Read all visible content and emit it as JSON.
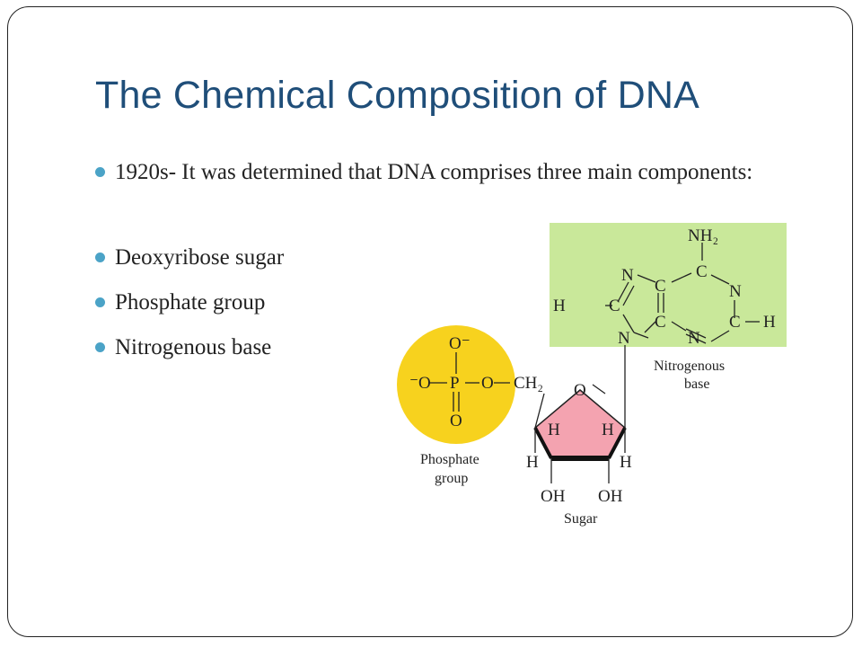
{
  "title": "The Chemical Composition of DNA",
  "bullets": {
    "intro": "1920s- It was determined that DNA comprises three main components:",
    "items": [
      "Deoxyribose sugar",
      "Phosphate group",
      "Nitrogenous base"
    ]
  },
  "diagram": {
    "phosphate_label_1": "Phosphate",
    "phosphate_label_2": "group",
    "sugar_label": "Sugar",
    "base_label_1": "Nitrogenous",
    "base_label_2": "base",
    "atoms": {
      "o_minus_top": "O⁻",
      "o_minus_left": "⁻O",
      "p": "P",
      "o_right": "O",
      "o_bottom": "O",
      "ch2": "CH₂",
      "ring_o": "O",
      "h_left": "H",
      "h_right": "H",
      "h_low_left": "H",
      "h_low_right": "H",
      "oh_left": "OH",
      "oh_right": "OH",
      "nh2": "NH₂",
      "c_top": "C",
      "n_upper_left": "N",
      "c_mid_upper": "C",
      "n_right": "N",
      "h_base_left": "H",
      "c_base_left": "C",
      "c_mid_lower": "C",
      "c_base_right": "C",
      "h_base_right": "H",
      "n_lower_left": "N",
      "n_lower_mid": "N"
    },
    "colors": {
      "phosphate": "#f7d21e",
      "sugar": "#f4a3b0",
      "base_bg": "#c9e89a"
    }
  }
}
